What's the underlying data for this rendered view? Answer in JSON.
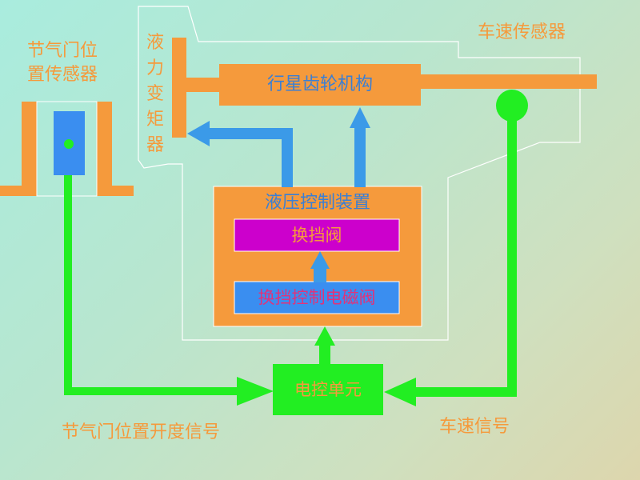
{
  "labels": {
    "throttle_sensor_line1": "节气门位",
    "throttle_sensor_line2": "置传感器",
    "torque_converter": [
      "液",
      "力",
      "变",
      "矩",
      "器"
    ],
    "speed_sensor": "车速传感器",
    "throttle_signal": "节气门位置开度信号",
    "speed_signal": "车速信号"
  },
  "boxes": {
    "planetary_gear": "行星齿轮机构",
    "hydraulic_control": "液压控制装置",
    "shift_valve": "换挡阀",
    "shift_solenoid": "换挡控制电磁阀",
    "ecu": "电控单元"
  },
  "colors": {
    "orange": "#f59a3c",
    "blue_arrow": "#3b9ae8",
    "green": "#22ee22",
    "purple": "#cc00cc",
    "sensor_blue": "#3a8ef0",
    "outline": "#ffffff"
  }
}
